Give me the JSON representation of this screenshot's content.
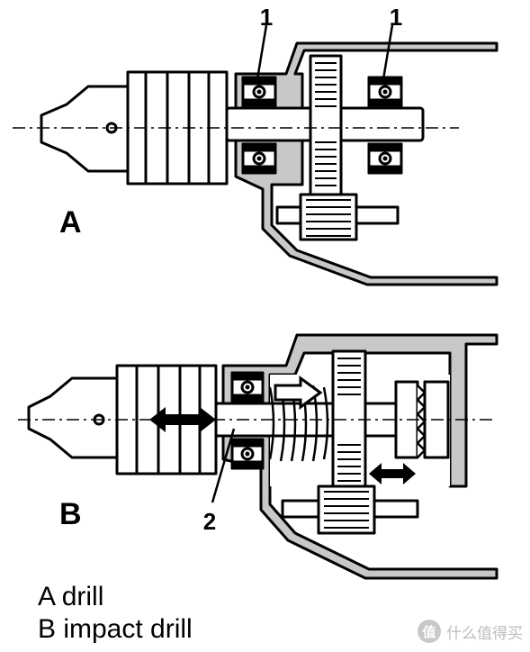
{
  "diagram": {
    "label_a": "A",
    "label_b": "B",
    "bearing_callout_left": "1",
    "bearing_callout_right": "1",
    "spring_callout": "2"
  },
  "legend": {
    "line_a": "A drill",
    "line_b": "B impact drill"
  },
  "watermark": {
    "badge": "值",
    "text": "什么值得买"
  },
  "colors": {
    "housing_fill": "#c8c8c8",
    "line": "#000000",
    "background": "#ffffff"
  }
}
